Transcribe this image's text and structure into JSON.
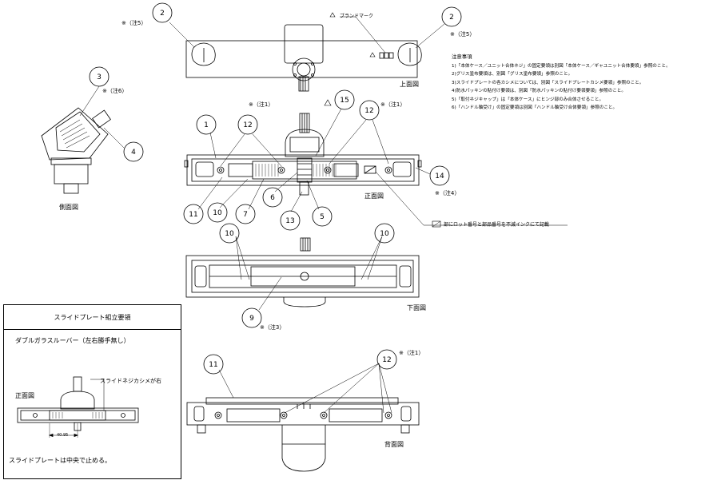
{
  "callouts": {
    "c2_left": "2",
    "c2_right": "2",
    "c3": "3",
    "c4": "4",
    "c15": "15",
    "c1_front": "1",
    "c12_front_left": "12",
    "c12_front_right": "12",
    "c14": "14",
    "c11_front": "11",
    "c10_front": "10",
    "c7": "7",
    "c6": "6",
    "c13": "13",
    "c5": "5",
    "c10_bottom_left": "10",
    "c10_bottom_right": "10",
    "c9": "9",
    "c11_back": "11",
    "c12_back": "12"
  },
  "notes_refs": {
    "n5_left": "※（注5）",
    "n5_right": "※（注5）",
    "n6": "※（注6）",
    "n1_front_left": "※（注1）",
    "n1_front_right": "※（注1）",
    "n4": "※（注4）",
    "n3": "※（注3）",
    "n1_back": "※（注1）"
  },
  "brand_mark": "ブランドマーク",
  "view_labels": {
    "top": "上面図",
    "side": "側面図",
    "front": "正面図",
    "bottom": "下面図",
    "back": "背面図",
    "inset_front": "正面図"
  },
  "lot_note": "部にロット番号と部品番号を不滅インクにて記載",
  "notes": {
    "title": "注意事項",
    "items": [
      "1)「本体ケース／ユニット合体ネジ」の固定要領は別図「本体ケース／ギャユニット合体要領」参照のこと。",
      "2)グリス塗布要領は、別図「グリス塗布要領」参照のこと。",
      "3)スライドプレートの各カシメについては、別図「スライドプレートカシメ要領」参照のこと。",
      "4)防水パッキンの貼付け要領は、別図「防水パッキンの貼付け要領要領」参照のこと。",
      "5)「取付ネジキャップ」は「本体ケース」にヒンジ部のみ合体させること。",
      "6)「ハンドル軸受け」の固定要領は別図「ハンドル軸受け合体要領」参照のこと。"
    ]
  },
  "inset": {
    "title": "スライドプレート組立要領",
    "subtitle": "ダブルガラスルーバー（左右勝手無し）",
    "caulk_label": "スライドネジカシメが右",
    "dimension": "40.95",
    "footer": "スライドプレートは中央で止める。"
  }
}
